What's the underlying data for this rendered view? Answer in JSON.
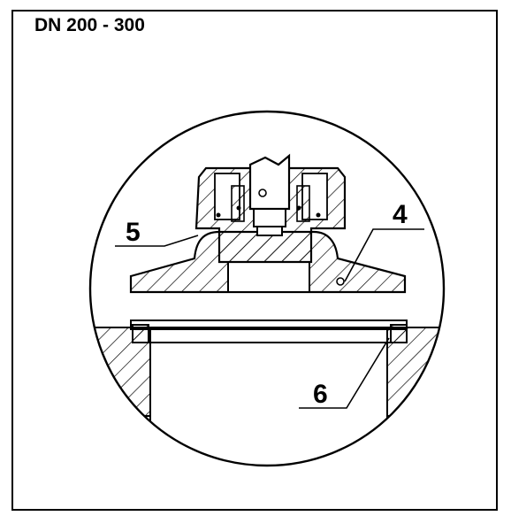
{
  "title": "DN 200 - 300",
  "callouts": [
    {
      "id": "callout-5",
      "label": "5"
    },
    {
      "id": "callout-4",
      "label": "4"
    },
    {
      "id": "callout-6",
      "label": "6"
    }
  ],
  "colors": {
    "line": "#000000",
    "background": "#ffffff"
  }
}
